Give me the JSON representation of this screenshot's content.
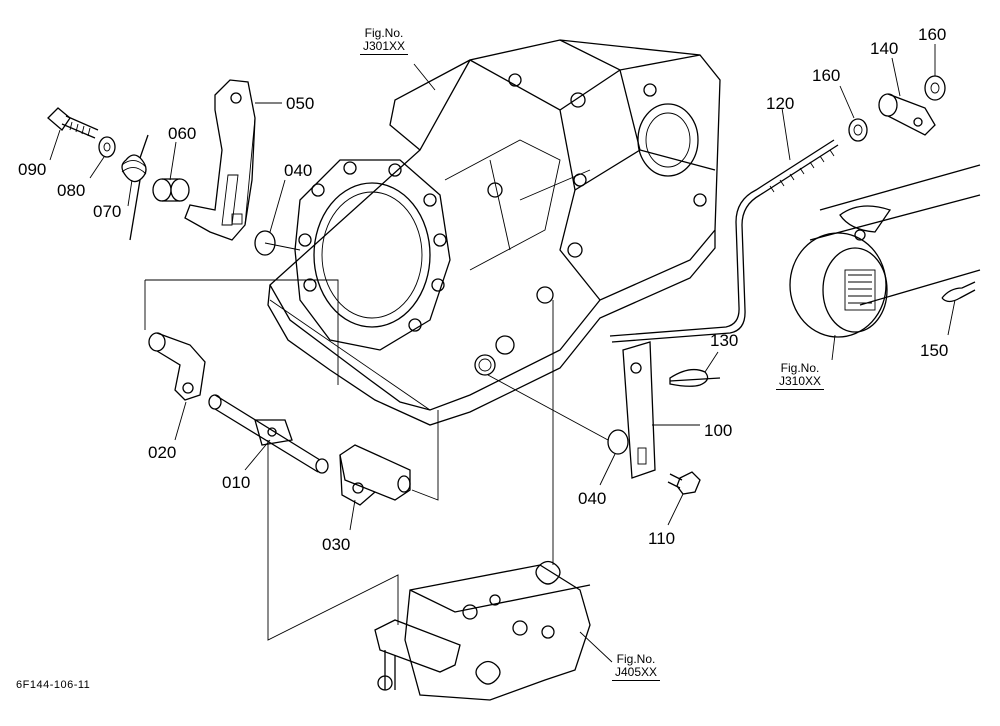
{
  "figure_refs": [
    {
      "label": "Fig.No.",
      "number": "J301XX"
    },
    {
      "label": "Fig.No.",
      "number": "J310XX"
    },
    {
      "label": "Fig.No.",
      "number": "J405XX"
    }
  ],
  "part_numbers": [
    "010",
    "020",
    "030",
    "040",
    "040",
    "050",
    "060",
    "070",
    "080",
    "090",
    "100",
    "110",
    "120",
    "130",
    "140",
    "150",
    "160",
    "160"
  ],
  "drawing_code": "6F144-106-11"
}
